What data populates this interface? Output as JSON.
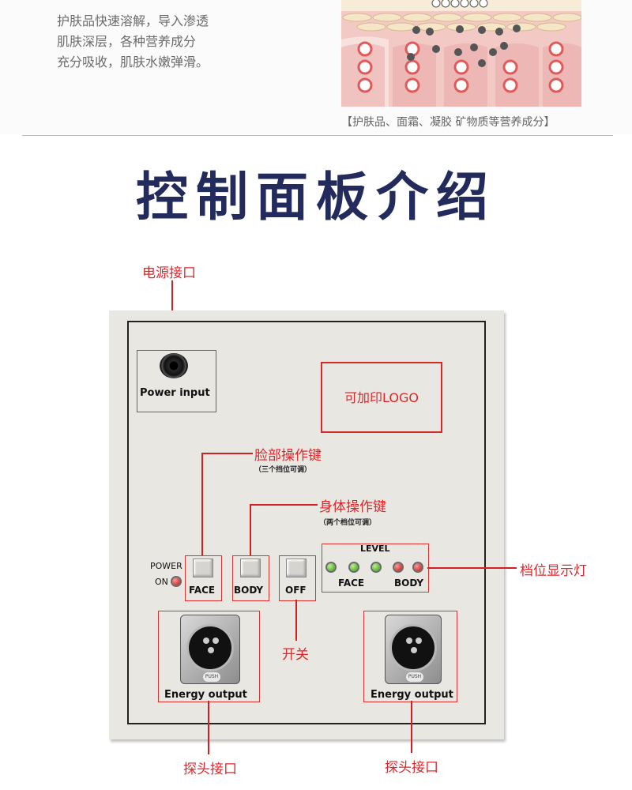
{
  "intro": {
    "lines": [
      "护肤品快速溶解，导入渗透",
      "肌肤深层，各种营养成分",
      "充分吸收，肌肤水嫩弹滑。"
    ],
    "caption": "【护肤品、面霜、凝胶 矿物质等营养成分】"
  },
  "title": "控制面板介绍",
  "annotations": {
    "power_port": "电源接口",
    "face_key": "脸部操作键",
    "face_key_note": "（三个挡位可调）",
    "body_key": "身体操作键",
    "body_key_note": "（两个档位可调）",
    "level_lights": "档位显示灯",
    "switch": "开关",
    "probe_port_left": "探头接口",
    "probe_port_right": "探头接口"
  },
  "panel": {
    "power_input": "Power input",
    "logo": "可加印LOGO",
    "power": "POWER",
    "on": "ON",
    "face": "FACE",
    "body": "BODY",
    "off": "OFF",
    "level": "LEVEL",
    "level_face": "FACE",
    "level_body": "BODY",
    "energy_left": "Energy output",
    "energy_right": "Energy output",
    "push": "PUSH"
  },
  "colors": {
    "accent_red": "#e0262a",
    "title_navy": "#232a5c"
  }
}
